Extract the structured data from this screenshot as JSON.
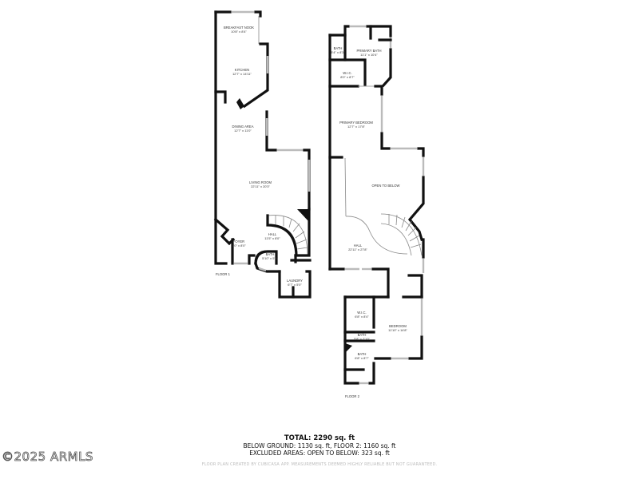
{
  "floor1": {
    "label": "FLOOR 1",
    "rooms": [
      {
        "name": "BREAKFAST NOOK",
        "dim": "10'8\" x 8'4\""
      },
      {
        "name": "KITCHEN",
        "dim": "12'7\" x 14'11\""
      },
      {
        "name": "DINING AREA",
        "dim": "12'7\" x 11'0\""
      },
      {
        "name": "LIVING ROOM",
        "dim": "22'11\" x 20'3\""
      },
      {
        "name": "HALL",
        "dim": "11'5\" x 8'0\""
      },
      {
        "name": "FOYER",
        "dim": "7'0\" x 8'0\""
      },
      {
        "name": "BATH",
        "dim": "5'10\" x 5'9\""
      },
      {
        "name": "LAUNDRY",
        "dim": "6'7\" x 5'0\""
      }
    ]
  },
  "floor2": {
    "label": "FLOOR 2",
    "rooms": [
      {
        "name": "BATH",
        "dim": "5'4\" x 8'3\""
      },
      {
        "name": "PRIMARY BATH",
        "dim": "11'1\" x 10'4\""
      },
      {
        "name": "W.I.C.",
        "dim": "8'0\" x 8'7\""
      },
      {
        "name": "PRIMARY BEDROOM",
        "dim": "12'7\" x 17'8\""
      },
      {
        "name": "OPEN TO BELOW",
        "dim": ""
      },
      {
        "name": "HALL",
        "dim": "22'11\" x 27'8\""
      },
      {
        "name": "W.I.C.",
        "dim": "6'8\" x 8'4\""
      },
      {
        "name": "BATH",
        "dim": "5'8\" x 2'10\""
      },
      {
        "name": "BEDROOM",
        "dim": "11'10\" x 14'8\""
      },
      {
        "name": "BATH",
        "dim": "6'8\" x 8'7\""
      }
    ]
  },
  "summary": {
    "total": "TOTAL: 2290 sq. ft",
    "below": "BELOW GROUND: 1130 sq. ft, FLOOR 2: 1160 sq. ft",
    "excluded": "EXCLUDED AREAS: OPEN TO BELOW: 323 sq. ft",
    "disclaimer": "FLOOR PLAN CREATED BY CUBICASA APP. MEASUREMENTS DEEMED HIGHLY RELIABLE BUT NOT GUARANTEED."
  },
  "watermark": "©2025 ARMLS"
}
